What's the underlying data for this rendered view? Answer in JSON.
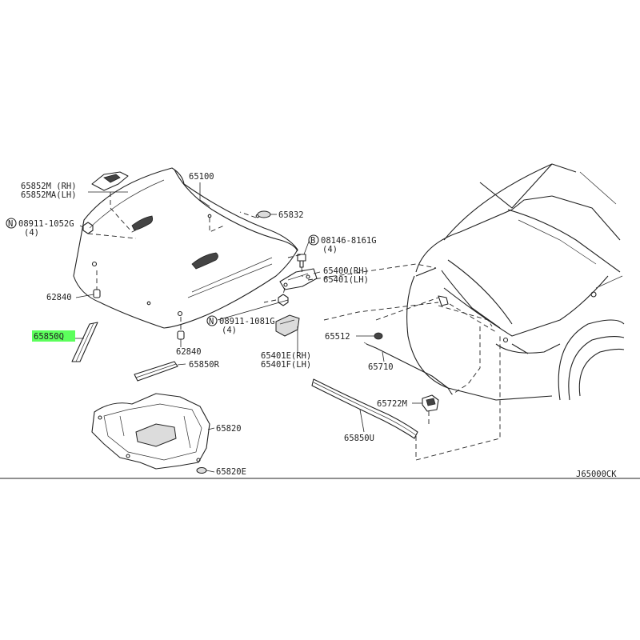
{
  "labels": {
    "p65852m": "65852M (RH)",
    "p65852ma": "65852MA(LH)",
    "p08911_1052g": "08911-1052G",
    "qty4a": "(4)",
    "p65100": "65100",
    "p65832": "65832",
    "p08146": "08146-8161G",
    "qty4b": "(4)",
    "p65400": "65400(RH)",
    "p65401": "65401(LH)",
    "p62840a": "62840",
    "p65850q": "65850Q",
    "p08911_1081g": "08911-1081G",
    "qty4c": "(4)",
    "p62840b": "62840",
    "p65401e": "65401E(RH)",
    "p65401f": "65401F(LH)",
    "p65512": "65512",
    "p65850r": "65850R",
    "p65710": "65710",
    "p65722m": "65722M",
    "p65820": "65820",
    "p65850u": "65850U",
    "p65820e": "65820E",
    "diagram_code": "J65000CK"
  },
  "symbols": {
    "nut_prefix": "N",
    "bolt_prefix": "B"
  },
  "colors": {
    "highlight": "#5cff5c",
    "line": "#222222",
    "background": "#ffffff"
  }
}
